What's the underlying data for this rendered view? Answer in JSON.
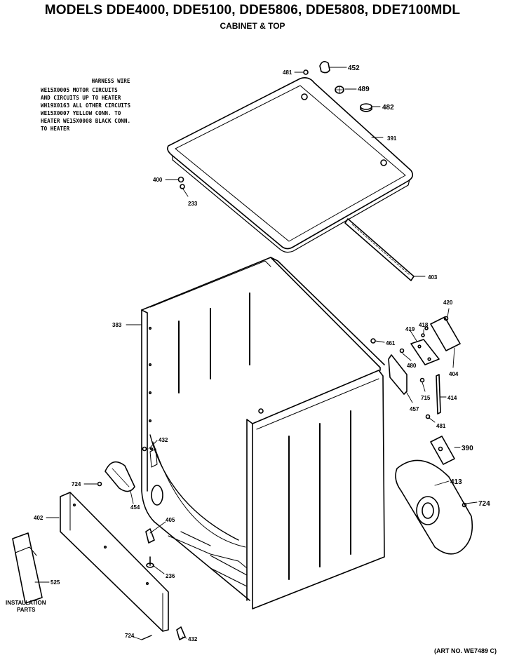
{
  "title": "MODELS DDE4000, DDE5100, DDE5806, DDE5808, DDE7100MDL",
  "subtitle": "CABINET & TOP",
  "harness_note": {
    "heading": "HARNESS WIRE",
    "lines": [
      "WE15X0005 MOTOR CIRCUITS",
      "AND CIRCUITS UP TO HEATER",
      "WH19X0163 ALL OTHER CIRCUITS",
      "WE15X0007 YELLOW CONN. TO",
      "HEATER WE15X0008 BLACK CONN.",
      "TO HEATER"
    ]
  },
  "part_labels": {
    "p481a": "481",
    "p452": "452",
    "p489": "489",
    "p482": "482",
    "p391": "391",
    "p400": "400",
    "p233": "233",
    "p403": "403",
    "p383": "383",
    "p420": "420",
    "p419": "419",
    "p418": "418",
    "p461": "461",
    "p480": "480",
    "p404": "404",
    "p715": "715",
    "p414": "414",
    "p457": "457",
    "p481b": "481",
    "p390": "390",
    "p432a": "432",
    "p724a": "724",
    "p454": "454",
    "p413": "413",
    "p724b": "724",
    "p402": "402",
    "p405": "405",
    "p236": "236",
    "p525": "525",
    "p724c": "724",
    "p432b": "432"
  },
  "installation_label": [
    "INSTALLATION",
    "PARTS"
  ],
  "art_number": "(ART NO. WE7489 C)"
}
